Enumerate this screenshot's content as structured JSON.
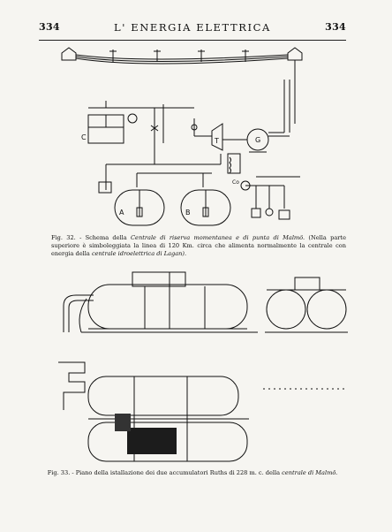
{
  "header": {
    "page_left": "334",
    "title": "L' ENERGIA ELETTRICA",
    "page_right": "334"
  },
  "figure1": {
    "labels": {
      "C": "C",
      "T": "T",
      "G": "G",
      "A": "A",
      "B": "B",
      "Co": "Co"
    },
    "caption": {
      "fig": "Fig. 32. - Schema della",
      "it1": "Centrale di riserva momentanea e di punta di Malmö.",
      "mid": "(Nella parte superiore è simboleggiata la linea di 120 Km. circa che alimenta normalmente la centrale con energia della",
      "it2": "centrale idroelettrica di Lagan).",
      "end": ""
    }
  },
  "figure2": {
    "caption": {
      "pre": "Fig. 33. - Piano della istallazione dei due accumulatori Ruths di 228 m. c. della",
      "it": "centrale di Malmö."
    }
  }
}
